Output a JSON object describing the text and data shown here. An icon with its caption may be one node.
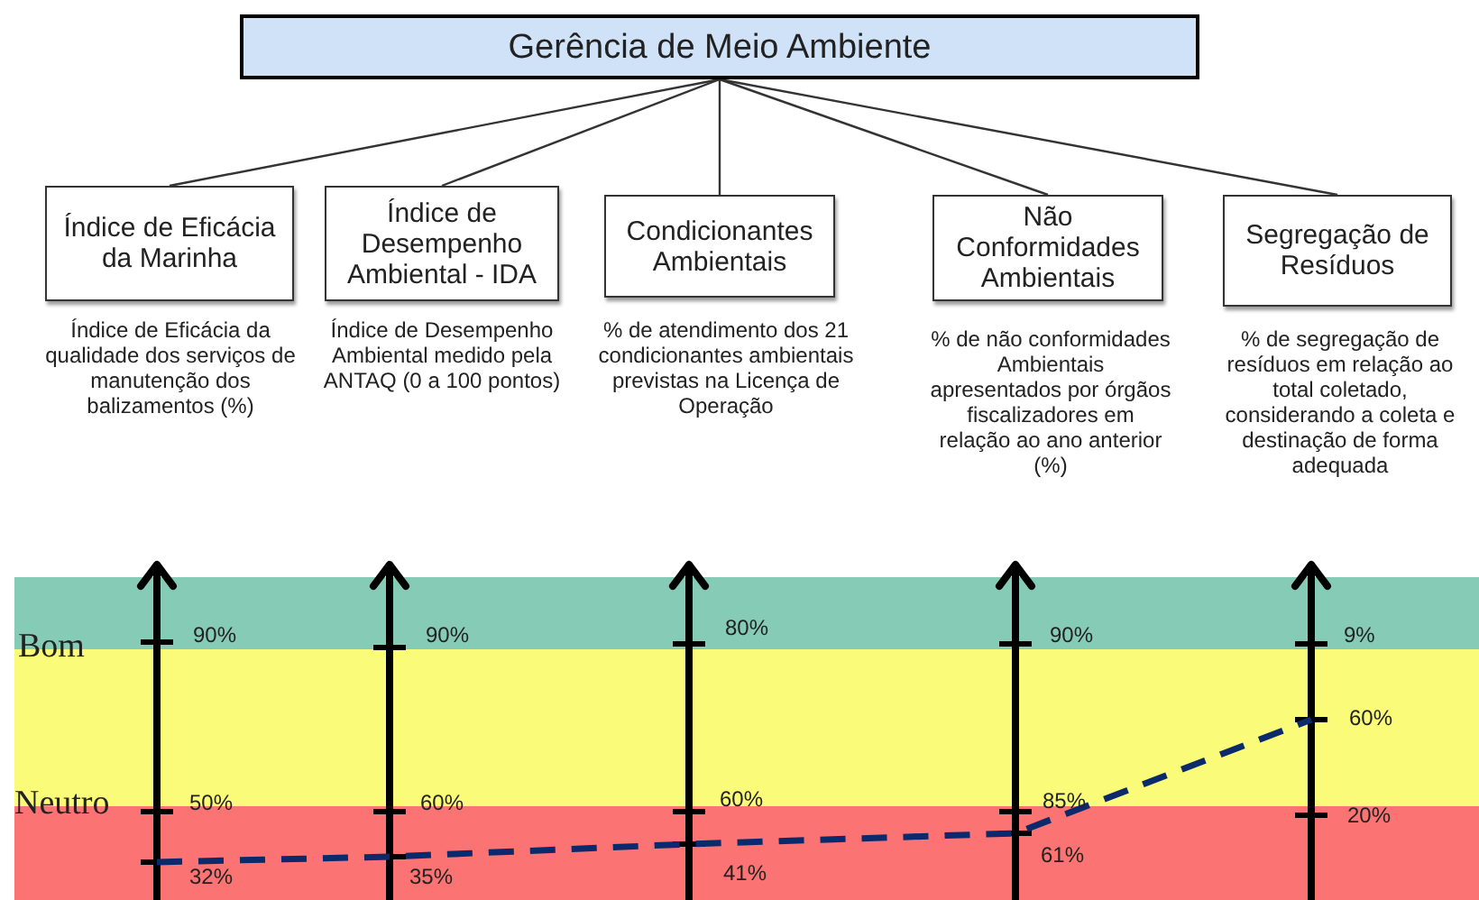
{
  "diagram": {
    "nodes": [
      {
        "text": [
          "Gerência de Meio Ambiente"
        ]
      },
      {
        "text": [
          "Índice de Eficácia da Marinha"
        ],
        "beside": [
          "Índice de Eficácia da qualidade dos serviços de manutenção dos balizamentos (%)"
        ]
      },
      {
        "text": [
          "Índice de Desempenho Ambiental - IDA"
        ],
        "beside": [
          "Índice de Desempenho Ambiental medido pela ANTAQ (0 a 100 pontos)"
        ]
      },
      {
        "text": [
          "Condicionantes Ambientais"
        ],
        "beside": [
          "% de atendimento dos 21 condicionantes ambientais previstas na Licença de Operação"
        ]
      },
      {
        "text": [
          "Não Conformidades Ambientais"
        ],
        "beside": [
          "% de não conformidades Ambientais apresentados por órgãos fiscalizadores em relação ao ano anterior (%)"
        ]
      },
      {
        "text": [
          "Segregação de Resíduos"
        ],
        "beside": [
          "% de segregação de resíduos em relação ao total coletado, considerando a coleta e destinação de forma adequada"
        ]
      }
    ],
    "edges": [
      {
        "from": 0,
        "to": 1,
        "arrow": "none"
      },
      {
        "from": 0,
        "to": 2,
        "arrow": "none"
      },
      {
        "from": 0,
        "to": 3,
        "arrow": "none"
      },
      {
        "from": 0,
        "to": 4,
        "arrow": "none"
      },
      {
        "from": 0,
        "to": 5,
        "arrow": "none"
      }
    ],
    "labels": [
      "Bom",
      "90%",
      "90%",
      "80%",
      "90%",
      "9%",
      "60%",
      "Neutro",
      "50%",
      "60%",
      "60%",
      "85%",
      "20%",
      "32%",
      "35%",
      "41%",
      "61%"
    ]
  }
}
